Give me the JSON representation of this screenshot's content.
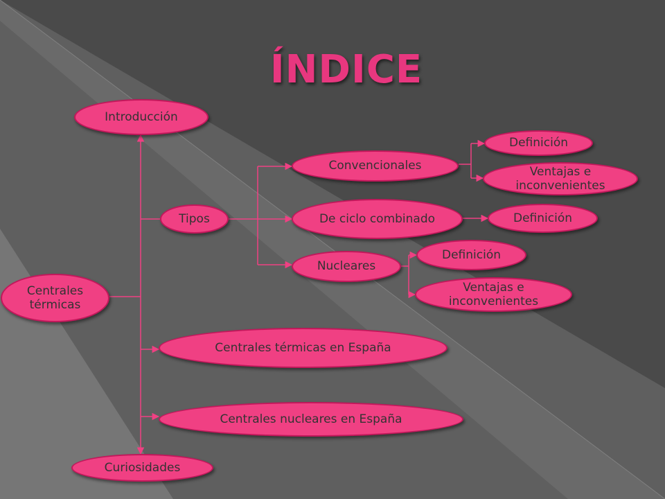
{
  "title": "ÍNDICE",
  "nodes": {
    "introduccion": "Introducción",
    "centrales_termicas": "Centrales térmicas",
    "tipos": "Tipos",
    "convencionales": "Convencionales",
    "conv_definicion": "Definición",
    "conv_ventajas": "Ventajas e inconvenientes",
    "ciclo_combinado": "De ciclo combinado",
    "ciclo_definicion": "Definición",
    "nucleares": "Nucleares",
    "nuc_definicion": "Definición",
    "nuc_ventajas": "Ventajas e inconvenientes",
    "termicas_espana": "Centrales térmicas en España",
    "nucleares_espana": "Centrales nucleares en España",
    "curiosidades": "Curiosidades"
  },
  "colors": {
    "node_fill": "#f04083",
    "node_border": "#c2185b",
    "title": "#e8377f",
    "connector": "#f04083",
    "background_dark": "#3d3d3d",
    "background_light": "#7a7a7a"
  }
}
